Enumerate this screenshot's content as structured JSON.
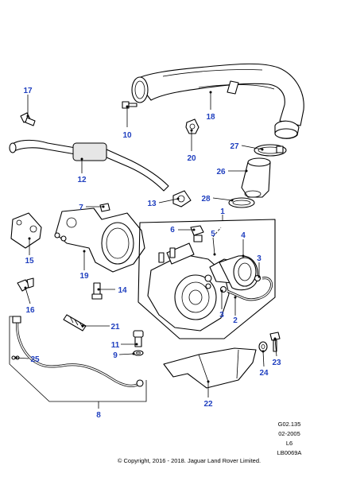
{
  "callouts": {
    "c1": "1",
    "c2": "2",
    "c3a": "3",
    "c3b": "3",
    "c4": "4",
    "c5": "5",
    "c6": "6",
    "c7": "7",
    "c8": "8",
    "c9": "9",
    "c10": "10",
    "c11": "11",
    "c12": "12",
    "c13": "13",
    "c14": "14",
    "c15": "15",
    "c16": "16",
    "c17": "17",
    "c18": "18",
    "c19": "19",
    "c20": "20",
    "c21": "21",
    "c22": "22",
    "c23": "23",
    "c24": "24",
    "c25": "25",
    "c26": "26",
    "c27": "27",
    "c28": "28"
  },
  "info_block": {
    "code": "G02.135",
    "date": "02-2005",
    "engine": "L6",
    "ref": "LB0069A"
  },
  "copyright": "© Copyright, 2016 - 2018. Jaguar Land Rover Limited.",
  "colors": {
    "callout": "#1f3fbf",
    "line": "#000000"
  }
}
